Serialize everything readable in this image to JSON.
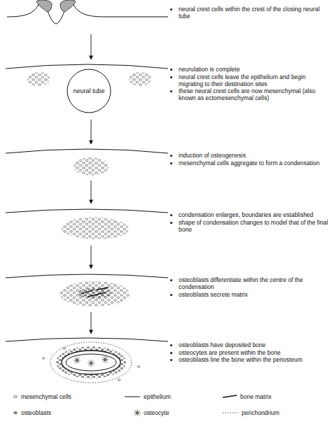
{
  "diagram": {
    "nodes": [
      {
        "text": [
          "neural crest cells within the crest of the closing neural tube"
        ]
      },
      {
        "text": [
          "neurulation is complete",
          "neural crest cells leave the epithelium and begin migrating to their destination sites",
          "these neural crest cells are now mesenchymal (also known as ectomesenchymal cells)"
        ]
      },
      {
        "text": [
          "neural tube"
        ],
        "in": 1
      },
      {
        "text": [
          "induction of osteogenesis",
          "mesenchymal cells aggregate to form a condensation"
        ]
      },
      {
        "text": [
          "condensation enlarges, boundaries are established",
          "shape of condensation changes to model that of the final bone"
        ]
      },
      {
        "text": [
          "osteoblasts differentiate within the centre of the condensation",
          "osteoblasts secrete matrix"
        ]
      },
      {
        "text": [
          "osteoblasts have deposited bone",
          "osteocytes are present within the bone",
          "osteoblasts line the bone within the periosteum"
        ]
      }
    ],
    "edges": [
      {
        "from": 0,
        "to": 1,
        "arrow": "to"
      },
      {
        "from": 1,
        "to": 3,
        "arrow": "to"
      },
      {
        "from": 3,
        "to": 4,
        "arrow": "to"
      },
      {
        "from": 4,
        "to": 5,
        "arrow": "to"
      },
      {
        "from": 5,
        "to": 6,
        "arrow": "to"
      }
    ],
    "legend": [
      {
        "text": "mesenchymal cells"
      },
      {
        "text": "epithelium"
      },
      {
        "text": "bone matrix"
      },
      {
        "text": "osteoblasts"
      },
      {
        "text": "osteocyte"
      },
      {
        "text": "perichondrium"
      }
    ]
  }
}
